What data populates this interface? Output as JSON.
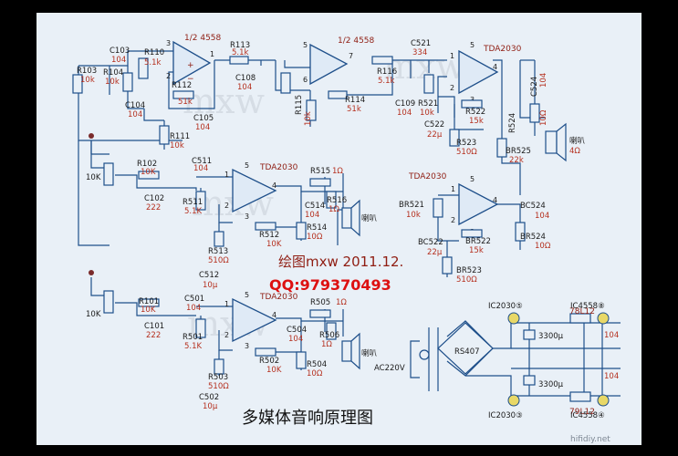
{
  "title": "多媒体音响原理图",
  "signature": "绘图mxw 2011.12.",
  "qq": "QQ:979370493",
  "watermark_corner": "hifidiy.net",
  "watermark_mxw": "mxw",
  "chips": {
    "u1": "1/2 4558",
    "u2": "1/2 4558",
    "amp_top": "TDA2030",
    "amp_right": "TDA2030",
    "amp_mid": "TDA2030",
    "amp_bot": "TDA2030"
  },
  "pins": [
    "3",
    "2",
    "1",
    "5",
    "6",
    "7",
    "1",
    "2",
    "3",
    "4",
    "5",
    "1",
    "2",
    "3",
    "4",
    "5",
    "1",
    "2",
    "3",
    "4",
    "5",
    "1",
    "2",
    "3",
    "4",
    "5"
  ],
  "labels": {
    "R103": "R103",
    "R103v": "10k",
    "R104": "R104",
    "R104v": "10k",
    "C103": "C103",
    "C103v": "104",
    "R110": "R110",
    "R110v": "5.1k",
    "R112": "R112",
    "R112v": "51k",
    "C104": "C104",
    "C104v": "104",
    "C105": "C105",
    "C105v": "104",
    "R111": "R111",
    "R111v": "10k",
    "R113": "R113",
    "R113v": "5.1k",
    "C108": "C108",
    "C108v": "104",
    "R115": "R115",
    "R115v": "10k",
    "R114": "R114",
    "R114v": "51k",
    "R116": "R116",
    "R116v": "5.1k",
    "C521": "C521",
    "C521v": "334",
    "C109": "C109",
    "C109v": "104",
    "R521": "R521",
    "R521v": "10k",
    "C522": "C522",
    "C522v": "22μ",
    "R522": "R522",
    "R522v": "15k",
    "R523": "R523",
    "R523v": "510Ω",
    "C524": "C524",
    "C524v": "104",
    "R524": "R524",
    "R524v": "10Ω",
    "BR525": "BR525",
    "BR525v": "22k",
    "SPK_R": "喇叭",
    "SPK_Rv": "4Ω",
    "BR521": "BR521",
    "BR521v": "10k",
    "BC522": "BC522",
    "BC522v": "22μ",
    "BR522": "BR522",
    "BR522v": "15k",
    "BR523": "BR523",
    "BR523v": "510Ω",
    "BC524": "BC524",
    "BC524v": "104",
    "BR524": "BR524",
    "BR524v": "10Ω",
    "POT_top": "10K",
    "R102": "R102",
    "R102v": "10K",
    "C102": "C102",
    "C102v": "222",
    "C511": "C511",
    "C511v": "104",
    "R511": "R511",
    "R511v": "5.1K",
    "R512": "R512",
    "R512v": "10K",
    "R513": "R513",
    "R513v": "510Ω",
    "C512": "C512",
    "C512v": "10μ",
    "R515": "R515",
    "R515v": "1Ω",
    "C514": "C514",
    "C514v": "104",
    "R516": "R516",
    "R516v": "1Ω",
    "R514": "R514",
    "R514v": "10Ω",
    "SPK_M": "喇叭",
    "POT_bot": "10K",
    "R101": "R101",
    "R101v": "10K",
    "C101": "C101",
    "C101v": "222",
    "C501": "C501",
    "C501v": "104",
    "R501": "R501",
    "R501v": "5.1K",
    "R502": "R502",
    "R502v": "10K",
    "R503": "R503",
    "R503v": "510Ω",
    "C502": "C502",
    "C502v": "10μ",
    "R505": "R505",
    "R505v": "1Ω",
    "C504": "C504",
    "C504v": "104",
    "R506": "R506",
    "R506v": "1Ω",
    "R504": "R504",
    "R504v": "10Ω",
    "SPK_B": "喇叭",
    "AC": "AC220V",
    "RS407": "RS407",
    "C3300a": "3300μ",
    "C3300b": "3300μ",
    "IC2030_5": "IC2030⑤",
    "IC4558_8": "IC4558⑧",
    "IC2030_3": "IC2030③",
    "IC4558_4": "IC4558④",
    "L7812": "78L12",
    "L7912": "79L12",
    "C104a": "104",
    "C104b": "104"
  }
}
